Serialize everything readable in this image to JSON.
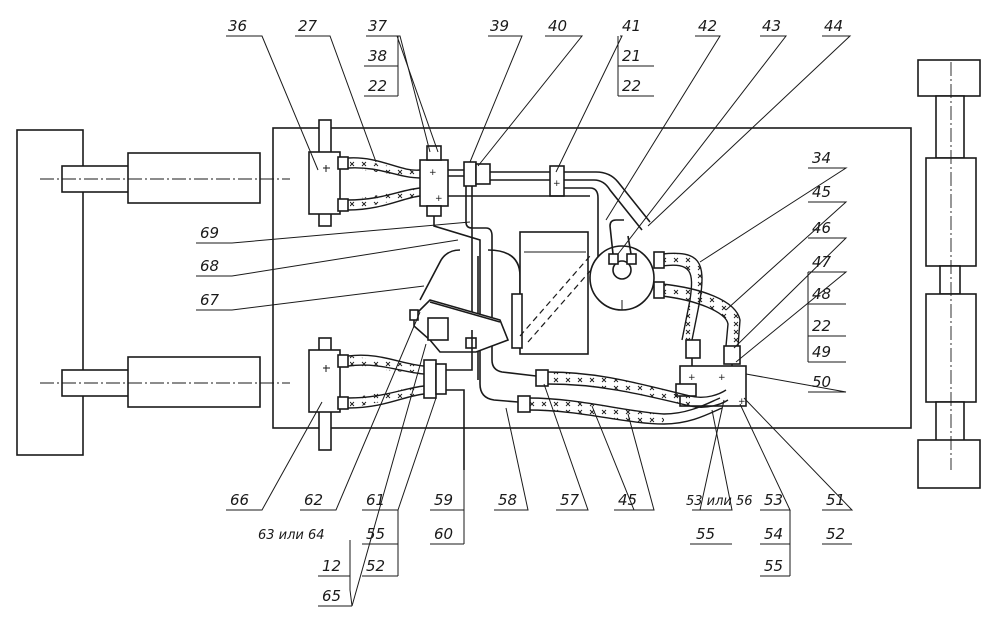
{
  "labels": {
    "l36": "36",
    "l27": "27",
    "l37": "37",
    "l38": "38",
    "l22a": "22",
    "l39": "39",
    "l40": "40",
    "l41": "41",
    "l21": "21",
    "l22b": "22",
    "l42": "42",
    "l43": "43",
    "l44": "44",
    "l34": "34",
    "l45a": "45",
    "l46": "46",
    "l47": "47",
    "l48": "48",
    "l22c": "22",
    "l49": "49",
    "l50": "50",
    "l69": "69",
    "l68": "68",
    "l67": "67",
    "l66": "66",
    "l62": "62",
    "l63": "63 или 64",
    "l12": "12",
    "l65": "65",
    "l61": "61",
    "l55a": "55",
    "l52a": "52",
    "l59": "59",
    "l60": "60",
    "l58": "58",
    "l57": "57",
    "l45b": "45",
    "l53or56": "53 или 56",
    "l55b": "55",
    "l53": "53",
    "l54": "54",
    "l55c": "55",
    "l51": "51",
    "l52b": "52"
  }
}
